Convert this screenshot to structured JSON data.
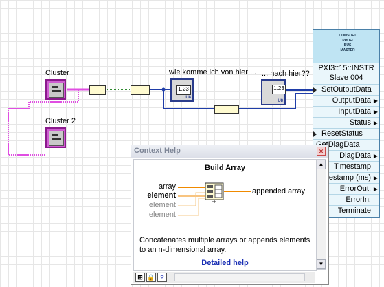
{
  "diagram": {
    "cluster1_label": "Cluster",
    "cluster2_label": "Cluster 2",
    "indicator1_label": "wie komme ich von hier ...",
    "indicator2_label": "... nach hier??",
    "indicator1_value": "1.23",
    "indicator2_value": "1.23",
    "u8_tag": "U8"
  },
  "pxi_node": {
    "logo_lines": [
      "COMSOFT",
      "PROFI",
      "BUS",
      "MASTER"
    ],
    "title_line1": "PXI3::15::INSTR",
    "title_line2": "Slave 004",
    "rows": [
      {
        "label": "SetOutputData",
        "align": "left",
        "arrow": false,
        "marker": true
      },
      {
        "label": "OutputData",
        "align": "right",
        "arrow": true
      },
      {
        "label": "InputData",
        "align": "right",
        "arrow": true
      },
      {
        "label": "Status",
        "align": "right",
        "arrow": true
      },
      {
        "label": "ResetStatus",
        "align": "left",
        "arrow": false,
        "marker": true
      },
      {
        "label": "GetDiagData",
        "align": "left",
        "arrow": false
      },
      {
        "label": "DiagData",
        "align": "right",
        "arrow": true
      },
      {
        "label": "Timestamp",
        "align": "right",
        "arrow": false
      },
      {
        "label": "Timestamp (ms)",
        "align": "right",
        "arrow": true
      },
      {
        "label": "ErrorOut:",
        "align": "right",
        "arrow": true
      },
      {
        "label": "ErrorIn:",
        "align": "right",
        "arrow": false
      },
      {
        "label": "Terminate",
        "align": "right",
        "arrow": false
      }
    ]
  },
  "context_help": {
    "window_title": "Context Help",
    "function_name": "Build Array",
    "terminals_left": [
      "array",
      "element",
      "element",
      "element"
    ],
    "terminal_right": "appended array",
    "description": "Concatenates multiple arrays or appends elements to an n-dimensional array.",
    "link": "Detailed help"
  },
  "colors": {
    "cluster_wire": "#e04ee2",
    "numeric_wire": "#1f3da8",
    "array_wire": "#f08a00",
    "link": "#1a2fb4"
  }
}
